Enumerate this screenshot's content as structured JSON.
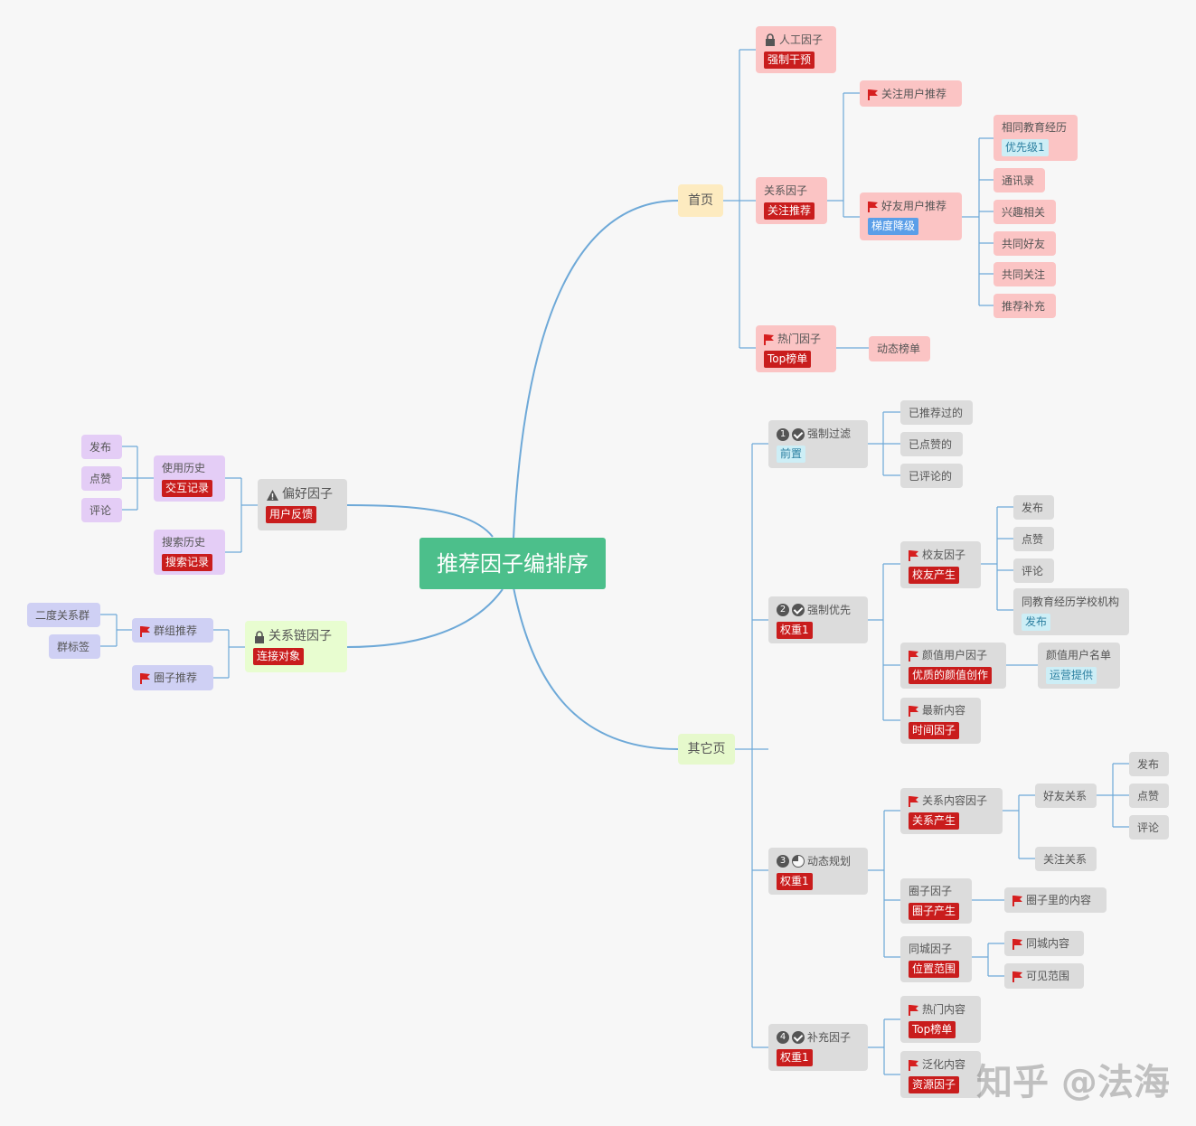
{
  "colors": {
    "line": "#6ea9d8",
    "root": "#4cbf8b",
    "tag_red": "#c91d1d",
    "tag_blue": "#5a9ee8",
    "pink": "#fbc4c4",
    "gray": "#dcdcdc"
  },
  "root": "推荐因子编排序",
  "watermark": "知乎 @法海",
  "home": {
    "title": "首页",
    "manual": {
      "title": "人工因子",
      "tag": "强制干预"
    },
    "relation": {
      "title": "关系因子",
      "tag": "关注推荐",
      "follow": "关注用户推荐",
      "friends": {
        "title": "好友用户推荐",
        "tag": "梯度降级",
        "items": [
          {
            "title": "相同教育经历",
            "tag": "优先级1"
          },
          {
            "title": "通讯录"
          },
          {
            "title": "兴趣相关"
          },
          {
            "title": "共同好友"
          },
          {
            "title": "共同关注"
          },
          {
            "title": "推荐补充"
          }
        ]
      }
    },
    "hot": {
      "title": "热门因子",
      "tag": "Top榜单",
      "child": "动态榜单"
    }
  },
  "other": {
    "title": "其它页",
    "filter": {
      "num": "1",
      "title": "强制过滤",
      "tag": "前置",
      "items": [
        "已推荐过的",
        "已点赞的",
        "已评论的"
      ]
    },
    "priority": {
      "num": "2",
      "title": "强制优先",
      "tag": "权重1",
      "alumni": {
        "title": "校友因子",
        "tag": "校友产生",
        "items": [
          "发布",
          "点赞",
          "评论"
        ],
        "edu": {
          "title": "同教育经历学校机构",
          "tag": "发布"
        }
      },
      "looks": {
        "title": "颜值用户因子",
        "tag": "优质的颜值创作",
        "child": {
          "title": "颜值用户名单",
          "tag": "运营提供"
        }
      },
      "latest": {
        "title": "最新内容",
        "tag": "时间因子"
      }
    },
    "dynamic": {
      "num": "3",
      "title": "动态规划",
      "tag": "权重1",
      "relcontent": {
        "title": "关系内容因子",
        "tag": "关系产生",
        "friends": "好友关系",
        "follow": "关注关系",
        "items": [
          "发布",
          "点赞",
          "评论"
        ]
      },
      "circle": {
        "title": "圈子因子",
        "tag": "圈子产生",
        "child": "圈子里的内容"
      },
      "city": {
        "title": "同城因子",
        "tag": "位置范围",
        "items": [
          "同城内容",
          "可见范围"
        ]
      }
    },
    "supplement": {
      "num": "4",
      "title": "补充因子",
      "tag": "权重1",
      "hot": {
        "title": "热门内容",
        "tag": "Top榜单"
      },
      "broad": {
        "title": "泛化内容",
        "tag": "资源因子"
      }
    }
  },
  "preference": {
    "title": "偏好因子",
    "tag": "用户反馈",
    "usage": {
      "title": "使用历史",
      "tag": "交互记录",
      "items": [
        "发布",
        "点赞",
        "评论"
      ]
    },
    "search": {
      "title": "搜索历史",
      "tag": "搜索记录"
    }
  },
  "chain": {
    "title": "关系链因子",
    "tag": "连接对象",
    "group": {
      "title": "群组推荐",
      "items": [
        "二度关系群",
        "群标签"
      ]
    },
    "circle": {
      "title": "圈子推荐"
    }
  }
}
